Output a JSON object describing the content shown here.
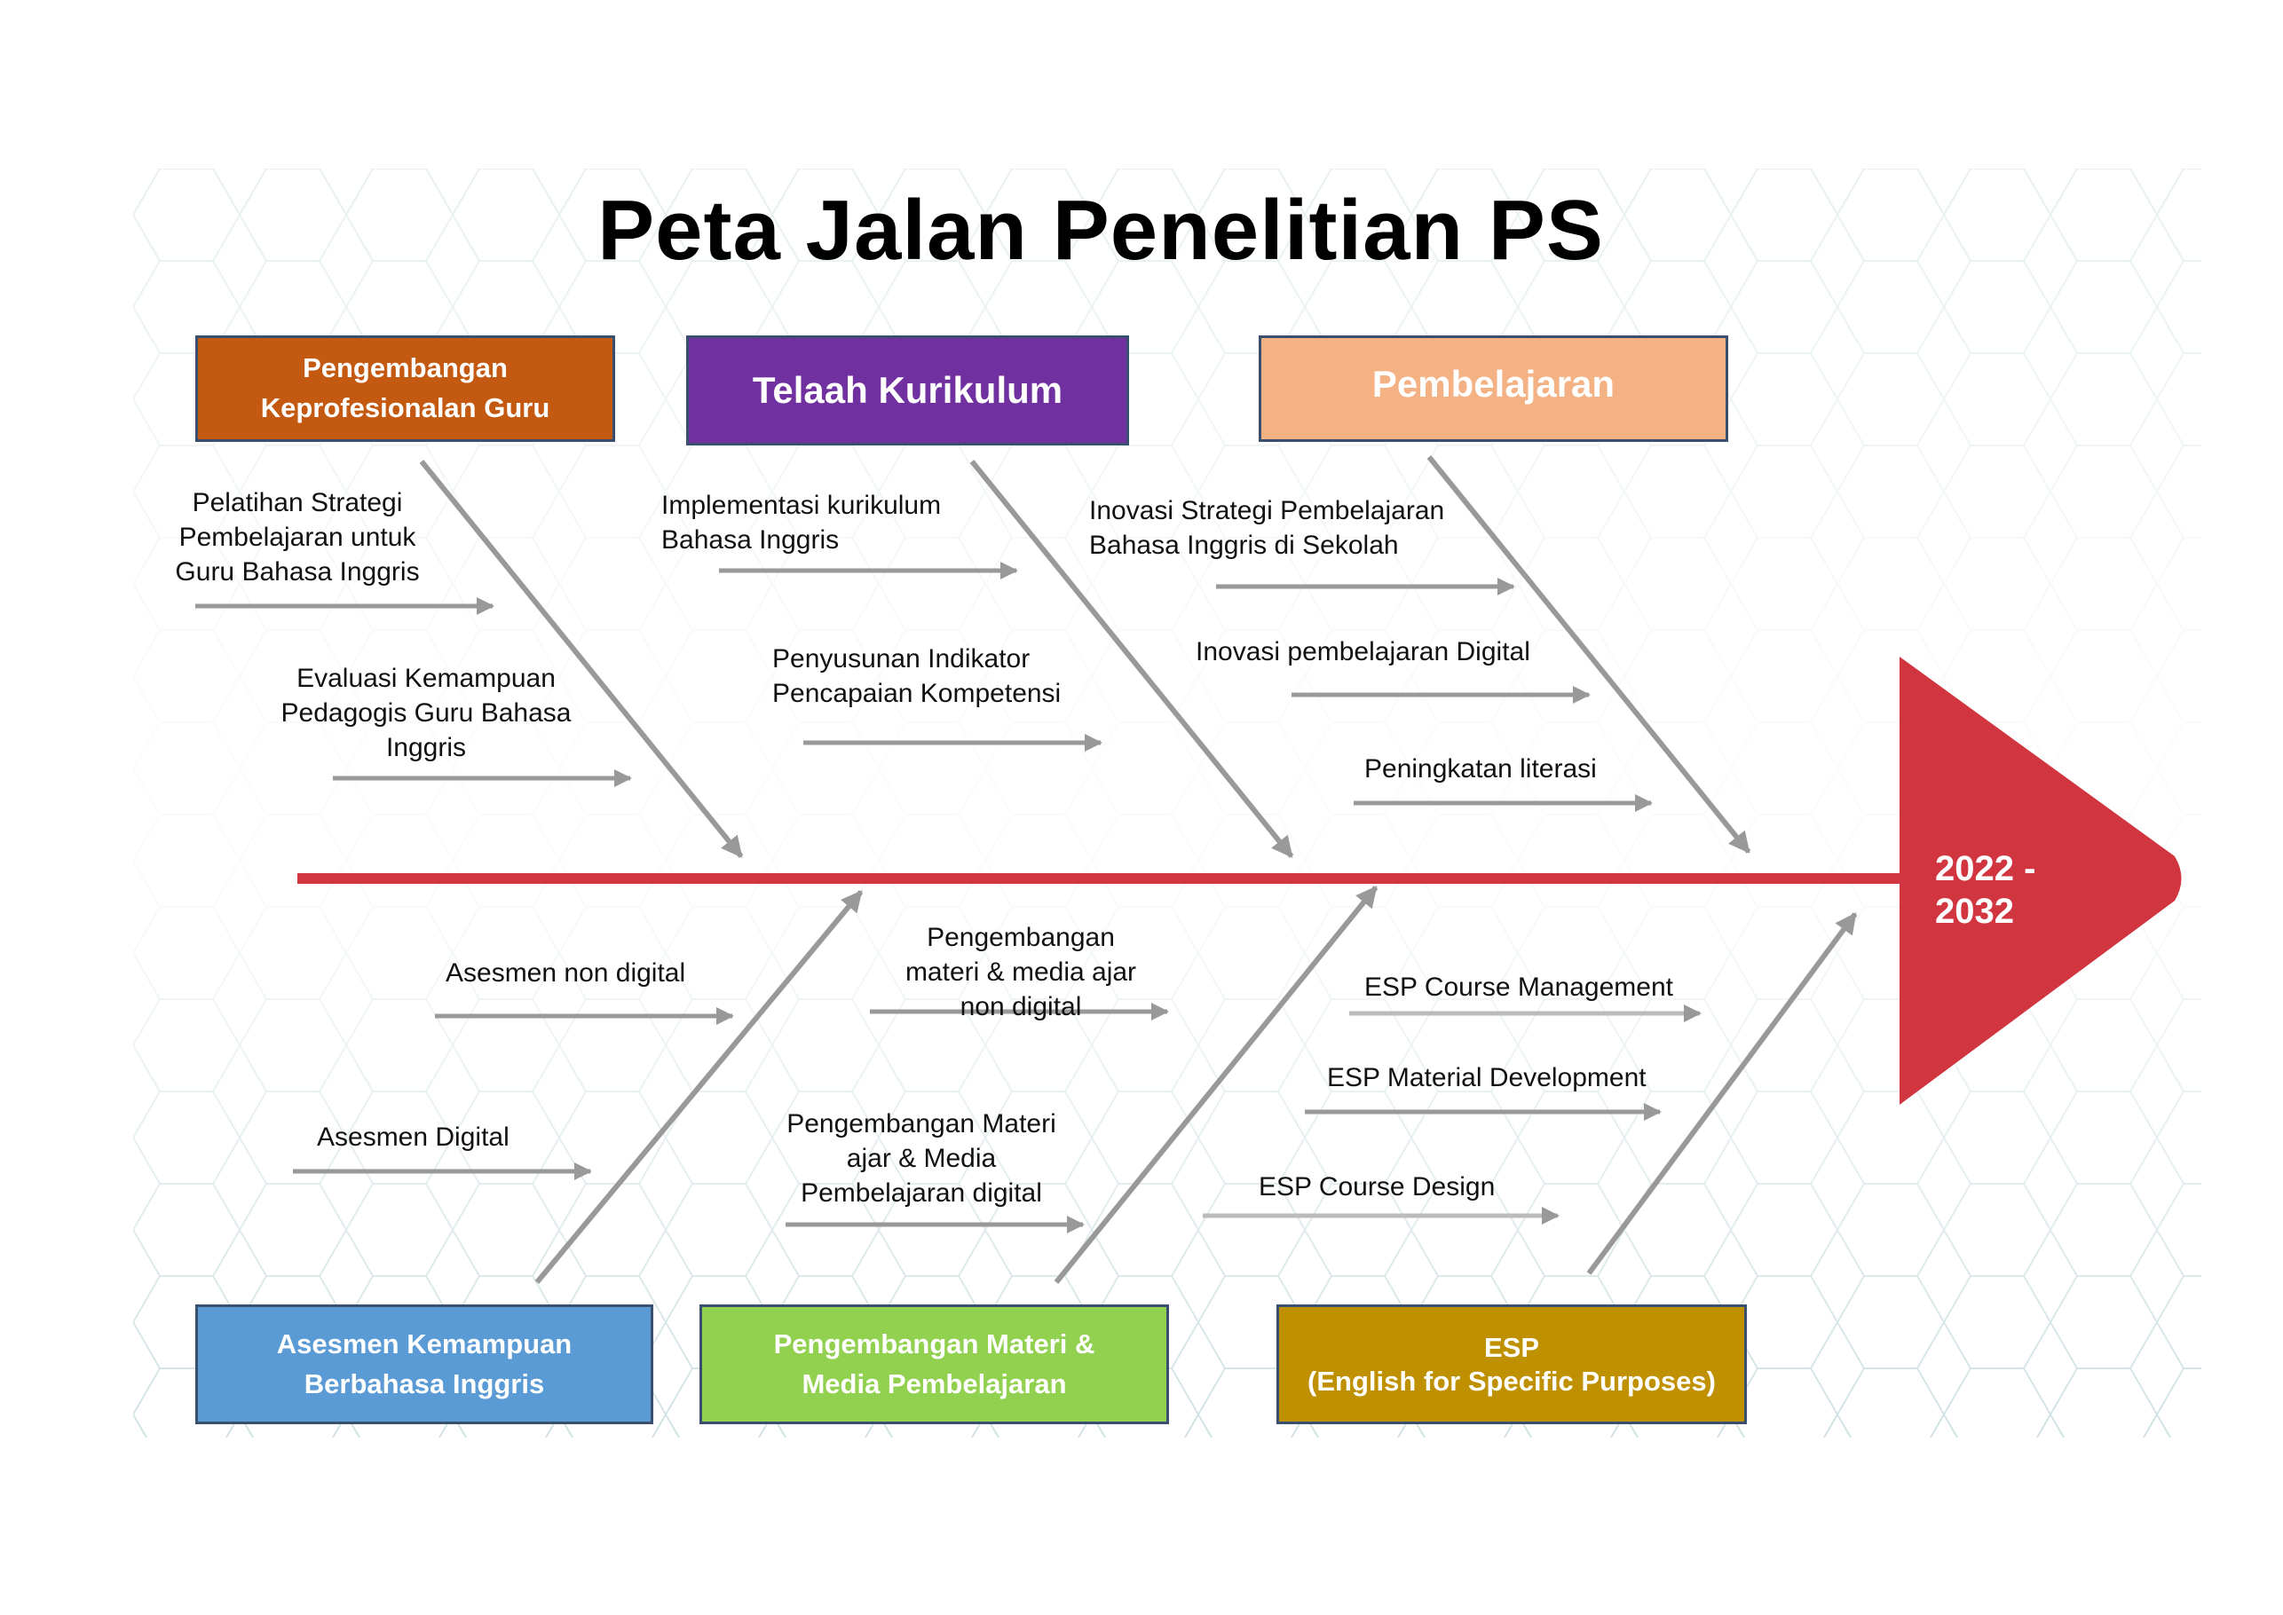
{
  "title": "Peta Jalan Penelitian PS",
  "timeline": {
    "label": "2022 -\n2032",
    "color": "#d03540"
  },
  "top_categories": [
    {
      "label": "Pengembangan\nKeprofesionalan Guru",
      "color": "#c45911",
      "items": [
        "Pelatihan Strategi\nPembelajaran untuk\nGuru Bahasa Inggris",
        "Evaluasi Kemampuan\nPedagogis Guru Bahasa\nInggris"
      ]
    },
    {
      "label": "Telaah Kurikulum",
      "color": "#7030a0",
      "items": [
        "Implementasi kurikulum\nBahasa Inggris",
        "Penyusunan Indikator\nPencapaian Kompetensi"
      ]
    },
    {
      "label": "Pembelajaran",
      "color": "#f4b183",
      "items": [
        "Inovasi Strategi Pembelajaran\nBahasa Inggris di Sekolah",
        "Inovasi pembelajaran Digital",
        "Peningkatan literasi"
      ]
    }
  ],
  "bottom_categories": [
    {
      "label": "Asesmen Kemampuan\nBerbahasa Inggris",
      "color": "#5b9bd5",
      "items": [
        "Asesmen non digital",
        "Asesmen Digital"
      ]
    },
    {
      "label": "Pengembangan Materi &\nMedia Pembelajaran",
      "color": "#92d050",
      "items": [
        "Pengembangan\nmateri & media ajar\nnon digital",
        "Pengembangan Materi\najar & Media\nPembelajaran digital"
      ]
    },
    {
      "label": "ESP\n(English for Specific Purposes)",
      "color": "#bf9000",
      "items": [
        "ESP Course Management",
        "ESP Material  Development",
        "ESP Course Design"
      ]
    }
  ]
}
